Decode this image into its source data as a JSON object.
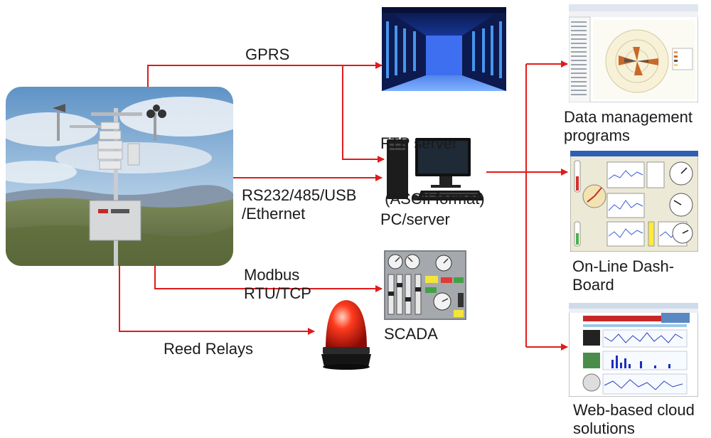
{
  "links": {
    "gprs": "GPRS",
    "serial": [
      "RS232/485/USB",
      "/Ethernet"
    ],
    "modbus": [
      "Modbus",
      "RTU/TCP"
    ],
    "relays": "Reed Relays"
  },
  "nodes": {
    "ftp": [
      "FTP server",
      " (ASCII format)"
    ],
    "pc": "PC/server",
    "scada": "SCADA",
    "data_mgmt": [
      "Data management",
      "programs"
    ],
    "dashboard": [
      "On-Line Dash-",
      "Board"
    ],
    "cloud": [
      "Web-based cloud",
      "solutions"
    ]
  },
  "colors": {
    "arrow": "#e01b1b"
  }
}
